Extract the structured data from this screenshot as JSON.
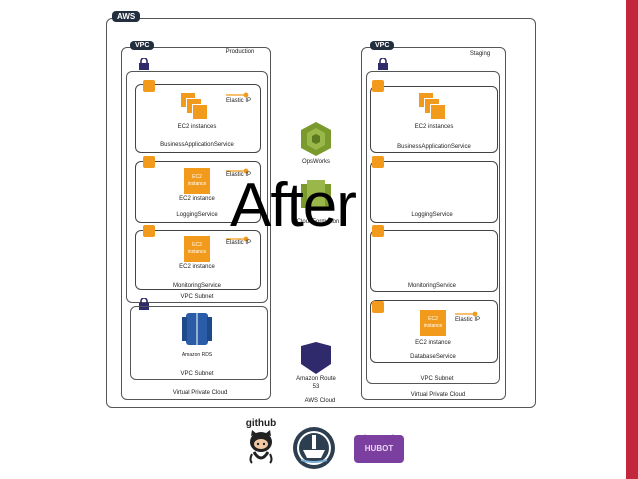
{
  "aws_badge": "AWS",
  "vpc_badge": "VPC",
  "after_text": "After",
  "aws_cloud_label": "AWS Cloud",
  "production": {
    "title": "Production",
    "vpc_label": "Virtual Private Cloud",
    "subnet1_label": "VPC Subnet",
    "subnet2_label": "VPC Subnet",
    "business": {
      "service": "BusinessApplicationService",
      "ec2_label": "EC2 instances",
      "eip": "Elastic IP"
    },
    "logging": {
      "service": "LoggingService",
      "ec2_box": "EC2 instance",
      "ec2_label": "EC2 instance",
      "eip": "Elastic IP"
    },
    "monitoring": {
      "service": "MonitoringService",
      "ec2_box": "EC2 instance",
      "ec2_label": "EC2 instance",
      "eip": "Elastic IP"
    },
    "rds_label": "Amazon RDS"
  },
  "staging": {
    "title": "Staging",
    "vpc_label": "Virtual Private Cloud",
    "subnet_label": "VPC Subnet",
    "business": {
      "service": "BusinessApplicationService",
      "ec2_label": "EC2 instances"
    },
    "logging": {
      "service": "LoggingService"
    },
    "monitoring": {
      "service": "MonitoringService"
    },
    "database": {
      "service": "DatabaseService",
      "ec2_box": "EC2 instance",
      "ec2_label": "EC2 instance",
      "eip": "Elastic IP"
    }
  },
  "center": {
    "opsworks": "OpsWorks",
    "cloudformation": "CloudFormation",
    "route53_line1": "Amazon Route",
    "route53_line2": "53"
  },
  "logos": {
    "github": "github",
    "hubot": "HUBOT"
  },
  "colors": {
    "aws_orange": "#f29a1b",
    "aws_dark": "#232f3e",
    "ops_green": "#7a9a2e",
    "route_navy": "#2e2a6b",
    "accent_red": "#c2273d"
  }
}
